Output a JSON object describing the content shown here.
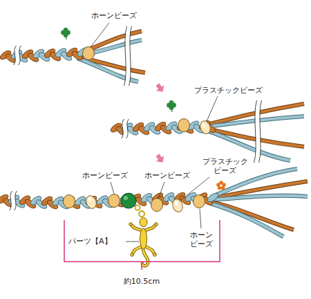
{
  "diagram": {
    "labels": [
      "ホーンビーズ",
      "プラスチックビーズ",
      "ホーンビーズ",
      "ホーンビーズ",
      "プラスチック ビーズ",
      "ホーン ビーズ",
      "パーツ【A】",
      "約10.5cm"
    ]
  }
}
